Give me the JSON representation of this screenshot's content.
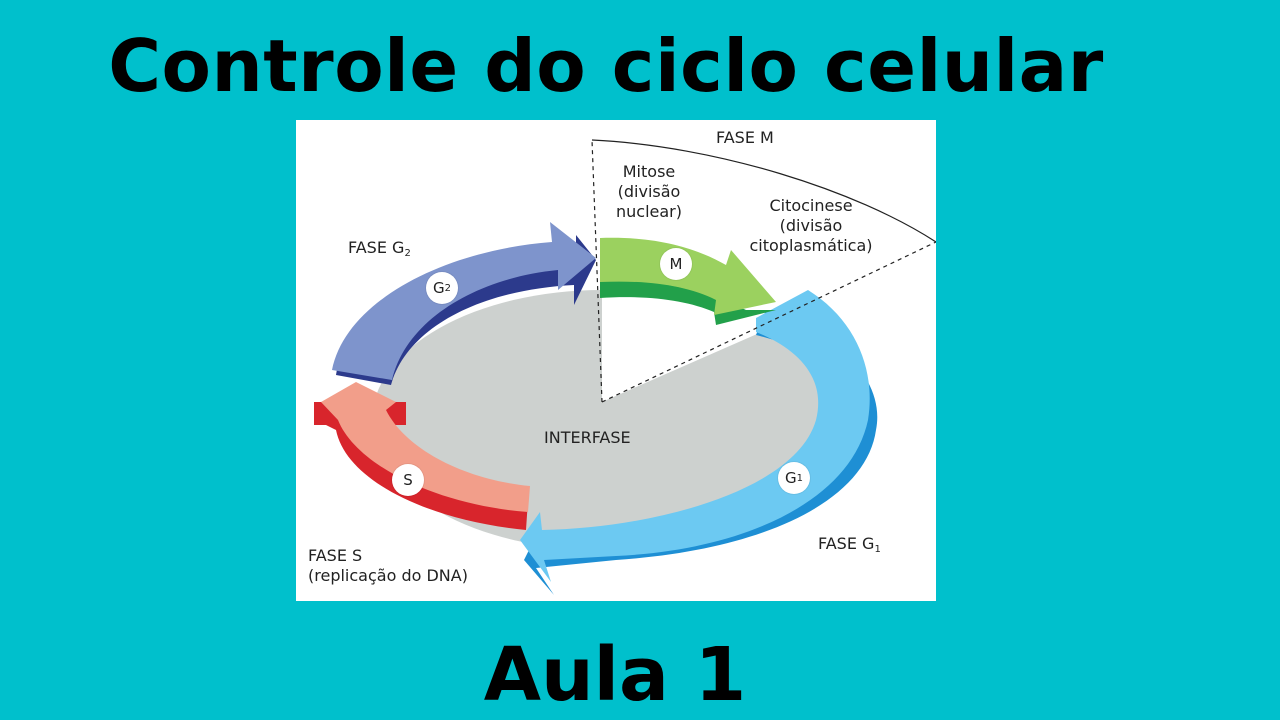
{
  "header": {
    "title": "Controle do ciclo celular"
  },
  "footer": {
    "subtitle": "Aula 1"
  },
  "diagram": {
    "center_label": "INTERFASE",
    "phase_m": {
      "label": "FASE M"
    },
    "mitose": {
      "line1": "Mitose",
      "line2": "(divisão",
      "line3": "nuclear)"
    },
    "citocinese": {
      "line1": "Citocinese",
      "line2": "(divisão",
      "line3": "citoplasmática)"
    },
    "phase_g2": {
      "label": "FASE G",
      "sub": "2"
    },
    "phase_s": {
      "line1": "FASE S",
      "line2": "(replicação do DNA)"
    },
    "phase_g1": {
      "label": "FASE G",
      "sub": "1"
    },
    "badges": {
      "m": "M",
      "s": "S",
      "g1": {
        "letter": "G",
        "sub": "1"
      },
      "g2": {
        "letter": "G",
        "sub": "2"
      }
    },
    "colors": {
      "background": "#00c0cc",
      "m_arrow": "#9bd15f",
      "g1_arrow": "#6cc9f2",
      "s_arrow": "#f29e8a",
      "g2_arrow": "#7e94cc",
      "interphase_fill": "#cdd1cf"
    }
  }
}
